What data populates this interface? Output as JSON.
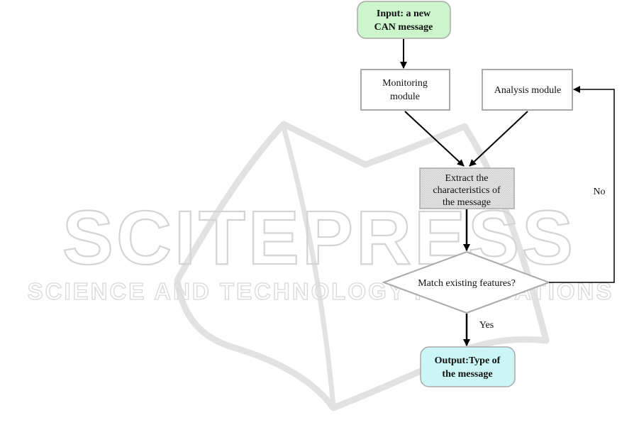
{
  "watermark": {
    "title": "SCITEPRESS",
    "subtitle": "SCIENCE AND TECHNOLOGY PUBLICATIONS"
  },
  "nodes": {
    "input": {
      "line1": "Input: a new",
      "line2": "CAN message"
    },
    "monitoring": {
      "line1": "Monitoring",
      "line2": "module"
    },
    "analysis": {
      "line1": "Analysis module"
    },
    "extract": {
      "line1": "Extract the",
      "line2": "characteristics of",
      "line3": "the message"
    },
    "decision": {
      "line1": "Match existing features?"
    },
    "output": {
      "line1": "Output:Type of",
      "line2": "the message"
    }
  },
  "edges": {
    "no_label": "No",
    "yes_label": "Yes"
  },
  "colors": {
    "input_fill": "#ccf5cc",
    "output_fill": "#ccf5f5",
    "box_border": "#a9a9a9",
    "extract_fill": "#dcdcdc",
    "arrow": "#000000"
  }
}
